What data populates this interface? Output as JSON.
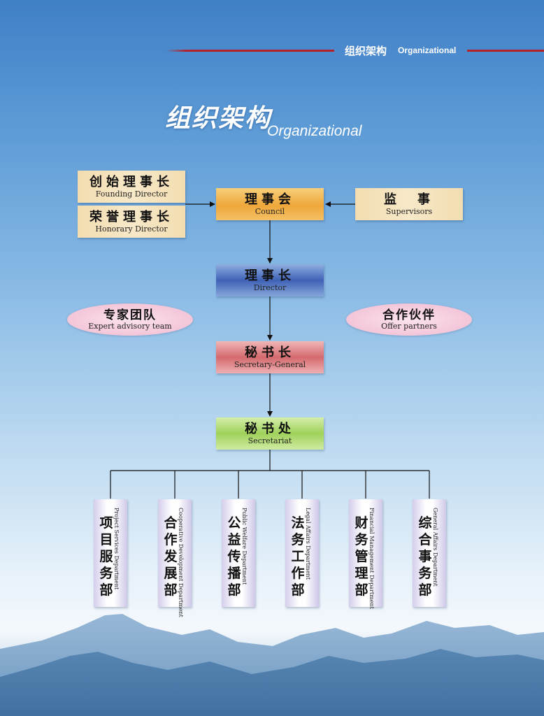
{
  "header": {
    "title_cn": "组织架构",
    "title_en": "Organizational"
  },
  "hero": {
    "title_cn": "组织架构",
    "title_en": "Organizational"
  },
  "nodes": {
    "founding_director": {
      "cn": "创始理事长",
      "en": "Founding Director"
    },
    "honorary_director": {
      "cn": "荣誉理事长",
      "en": "Honorary Director"
    },
    "council": {
      "cn": "理事会",
      "en": "Council"
    },
    "supervisors": {
      "cn": "监　事",
      "en": "Supervisors"
    },
    "director": {
      "cn": "理事长",
      "en": "Director"
    },
    "expert_team": {
      "cn": "专家团队",
      "en": "Expert advisory team"
    },
    "partners": {
      "cn": "合作伙伴",
      "en": "Offer partners"
    },
    "secretary_general": {
      "cn": "秘书长",
      "en": "Secretary-General"
    },
    "secretariat": {
      "cn": "秘书处",
      "en": "Secretariat"
    }
  },
  "departments": [
    {
      "cn": "项目服务部",
      "en": "Project Services Department"
    },
    {
      "cn": "合作发展部",
      "en": "Cooperative Development Department"
    },
    {
      "cn": "公益传播部",
      "en": "Public Welfare Department"
    },
    {
      "cn": "法务工作部",
      "en": "Legal Affairs Department"
    },
    {
      "cn": "财务管理部",
      "en": "Financial Management Department"
    },
    {
      "cn": "综合事务部",
      "en": "General Affairs Department"
    }
  ],
  "colors": {
    "accent_red": "#b3202a",
    "council": "#efa73a",
    "director": "#3f62b6",
    "secretary_general": "#d46a6e",
    "secretariat": "#9fd15a",
    "advisory": "#f0b9cf"
  }
}
